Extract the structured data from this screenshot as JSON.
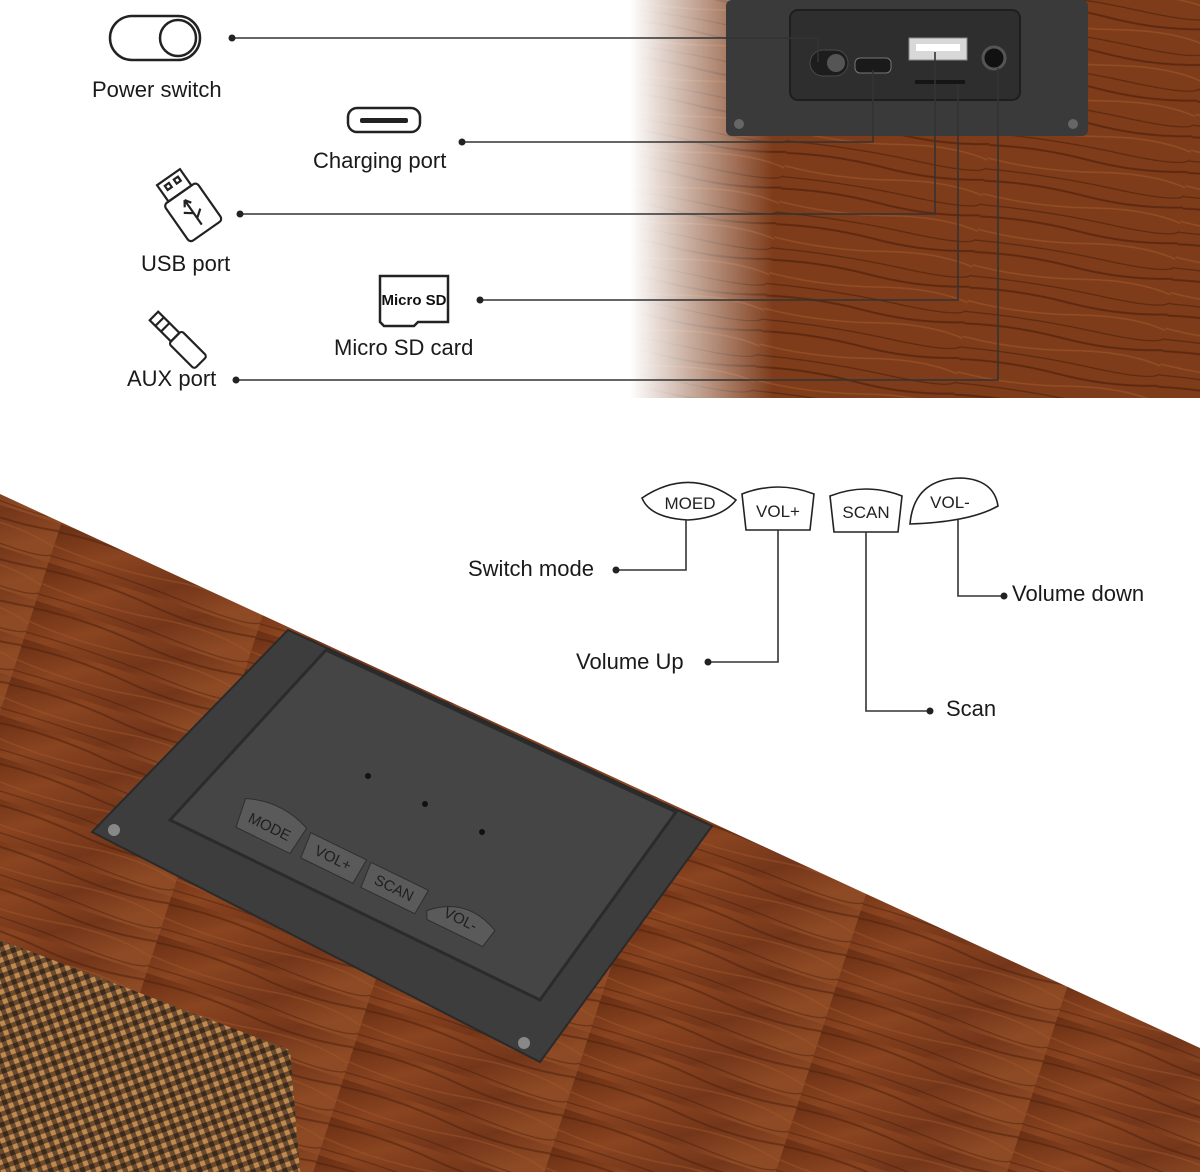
{
  "ports": {
    "power_switch": "Power switch",
    "charging_port": "Charging port",
    "usb_port": "USB port",
    "micro_sd_card": "Micro SD card",
    "aux_port": "AUX port",
    "micro_sd_icon_text": "Micro SD"
  },
  "buttons": {
    "mode": "MOED",
    "vol_up": "VOL+",
    "scan": "SCAN",
    "vol_down": "VOL-"
  },
  "button_functions": {
    "switch_mode": "Switch mode",
    "volume_up": "Volume Up",
    "volume_down": "Volume down",
    "scan": "Scan"
  },
  "panel_buttons": {
    "mode": "MODE",
    "vol_up": "VOL+",
    "scan": "SCAN",
    "vol_down": "VOL-"
  },
  "colors": {
    "wood": "#7a3a1a",
    "panel": "#3c3c3c",
    "line": "#333333"
  }
}
